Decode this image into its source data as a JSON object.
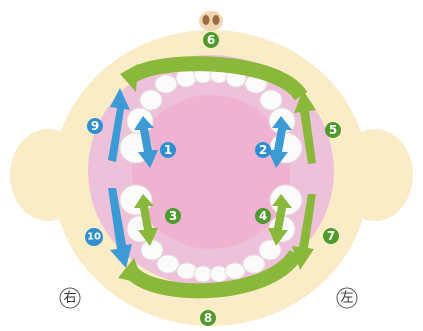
{
  "colors": {
    "face": "#f9ecc6",
    "mouth": "#eec1da",
    "tongue": "#efb2d0",
    "teeth": "#fbfbfb",
    "blue": "#3c9ad5",
    "green": "#8ab83a",
    "dark_green": "#4e9a2c",
    "blue_badge": "#2f8fd0"
  },
  "labels": {
    "n1": "1",
    "n2": "2",
    "n3": "3",
    "n4": "4",
    "n5": "5",
    "n6": "6",
    "n7": "7",
    "n8": "8",
    "n9": "9",
    "n10": "10"
  },
  "side_labels": {
    "right": "右",
    "left": "左"
  },
  "icons": {
    "nose": "nose-icon",
    "arrows": [
      "curved-arrow-icon",
      "straight-arrow-icon",
      "double-arrow-icon"
    ]
  }
}
